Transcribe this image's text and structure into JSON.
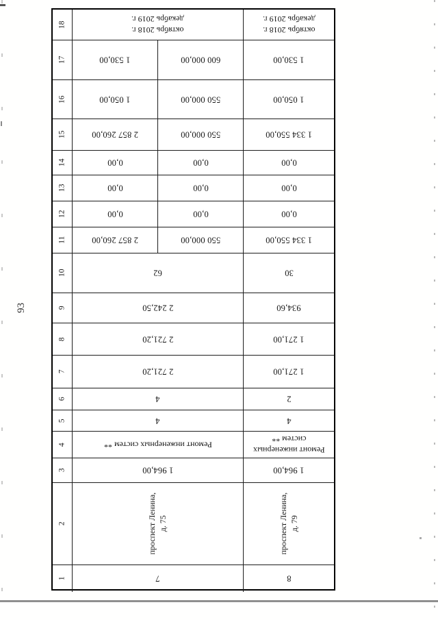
{
  "page": {
    "number": "93"
  },
  "table": {
    "strips": [
      {
        "num": "18",
        "a": "октябрь 2018 г.\nдекабрь 2019 г.",
        "r": "октябрь 2018 г.\nдекабрь 2019 г."
      },
      {
        "num": "17",
        "a": "1 530,00",
        "b": "600 000,00",
        "r": "1 530,00"
      },
      {
        "num": "16",
        "a": "1 050,00",
        "b": "550 000,00",
        "r": "1 050,00"
      },
      {
        "num": "15",
        "a": "2 857 260,00",
        "b": "550 000,00",
        "r": "1 334 550,00"
      },
      {
        "num": "14",
        "a": "0,00",
        "b": "0,00",
        "r": "0,00"
      },
      {
        "num": "13",
        "a": "0,00",
        "b": "0,00",
        "r": "0,00"
      },
      {
        "num": "12",
        "a": "0,00",
        "b": "0,00",
        "r": "0,00"
      },
      {
        "num": "11",
        "a": "2 857 260,00",
        "b": "550 000,00",
        "r": "1 334 550,00"
      },
      {
        "num": "10",
        "a": "62",
        "r": "30"
      },
      {
        "num": "9",
        "a": "2 242,50",
        "r": "934,60"
      },
      {
        "num": "8",
        "a": "2 721,20",
        "r": "1 271,00"
      },
      {
        "num": "7",
        "a": "2 721,20",
        "r": "1 271,00"
      },
      {
        "num": "6",
        "a": "4",
        "r": "2"
      },
      {
        "num": "5",
        "a": "4",
        "r": "4"
      },
      {
        "num": "4",
        "a": "Ремонт инженерных систем **",
        "r": "Ремонт инженерных\nсистем **"
      },
      {
        "num": "3",
        "a": "1 964,00",
        "r": "1 964,00"
      },
      {
        "num": "2",
        "a": "проспект Ленина,\nд. 75",
        "r": "проспект Ленина,\nд. 79"
      },
      {
        "num": "1",
        "a": "7",
        "r": "8"
      }
    ]
  }
}
